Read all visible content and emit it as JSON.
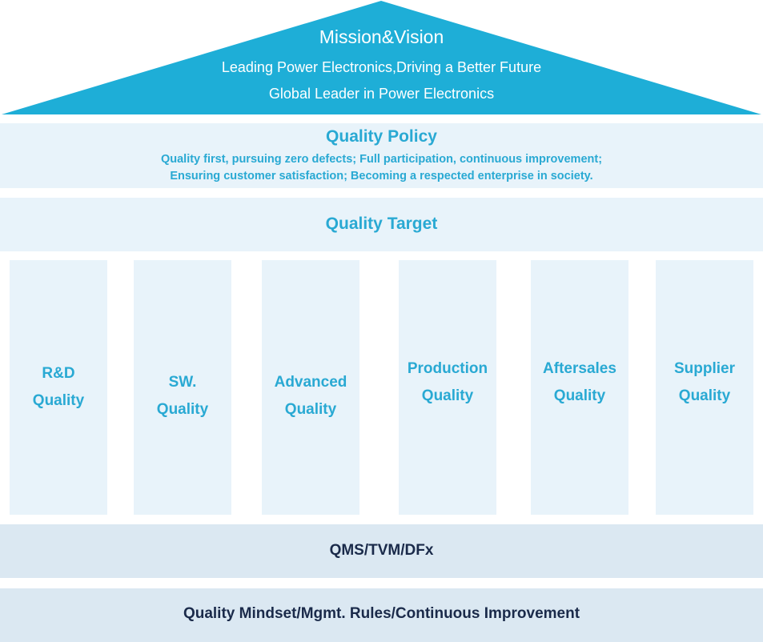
{
  "roof": {
    "title": "Mission&Vision",
    "line1": "Leading Power Electronics,Driving a Better Future",
    "line2": "Global Leader in Power Electronics",
    "color": "#1eaed7"
  },
  "policy": {
    "title": "Quality Policy",
    "line1": "Quality first, pursuing zero defects; Full participation, continuous improvement;",
    "line2": "Ensuring customer satisfaction; Becoming a respected enterprise in society."
  },
  "target": {
    "title": "Quality Target"
  },
  "pillars": [
    {
      "line1": "R&D",
      "line2": "Quality"
    },
    {
      "line1": "SW.",
      "line2": "Quality"
    },
    {
      "line1": "Advanced",
      "line2": "Quality"
    },
    {
      "line1": "Production",
      "line2": "Quality"
    },
    {
      "line1": "Aftersales",
      "line2": "Quality"
    },
    {
      "line1": "Supplier",
      "line2": "Quality"
    }
  ],
  "foundation": {
    "systems": "QMS/TVM/DFx",
    "basis": "Quality Mindset/Mgmt. Rules/Continuous Improvement"
  },
  "colors": {
    "accent_text": "#29a9d3",
    "light_fill": "#e8f3fa",
    "base_fill": "#dbe8f2",
    "dark_text": "#1a2a4a"
  }
}
